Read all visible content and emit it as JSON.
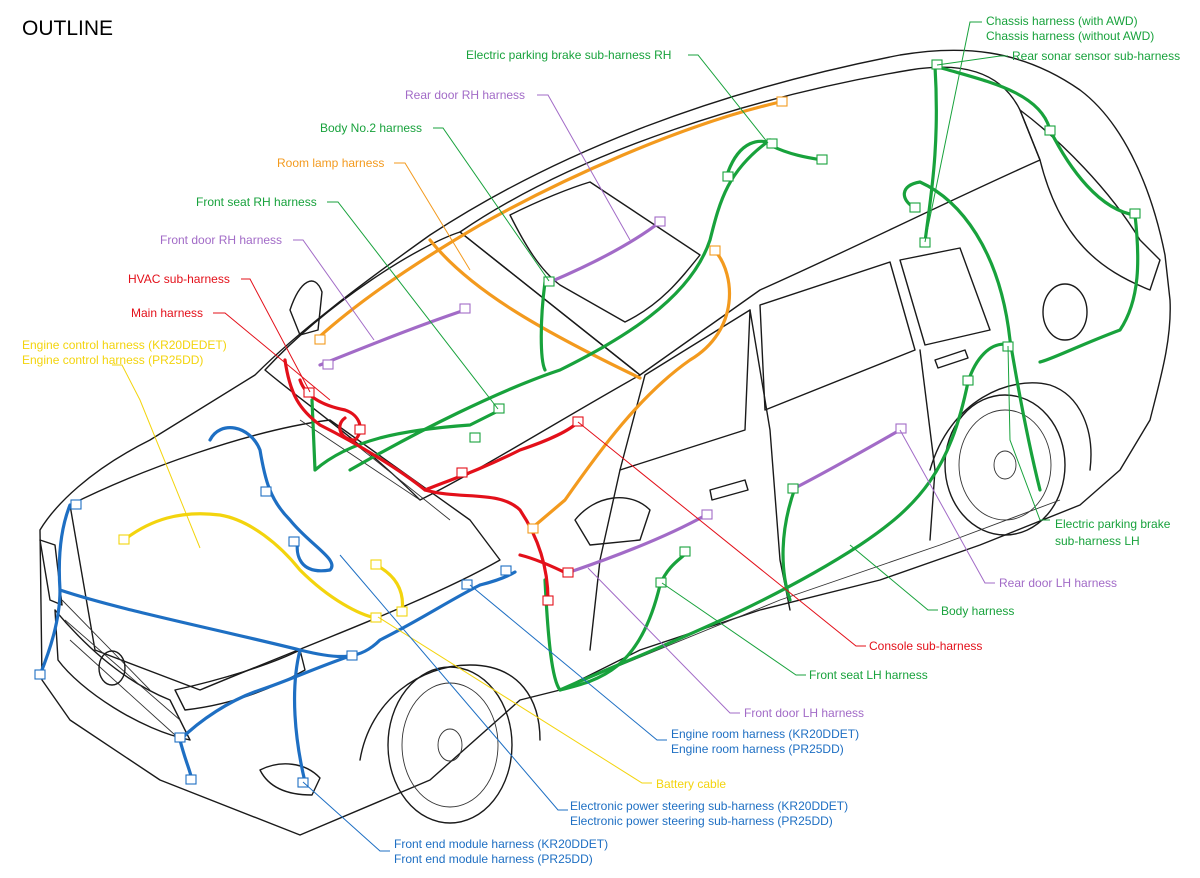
{
  "title": "OUTLINE",
  "colors": {
    "orange": "#f39a1e",
    "green": "#18a23c",
    "purple": "#a26bc7",
    "red": "#e3101a",
    "yellow": "#f3d40e",
    "blue": "#1e6fc3"
  },
  "labels": {
    "chassis_awd": "Chassis harness (with AWD)",
    "chassis_no_awd": "Chassis harness (without AWD)",
    "rear_sonar": "Rear sonar sensor sub-harness",
    "epb_rh": "Electric parking brake sub-harness RH",
    "rear_door_rh": "Rear door RH harness",
    "body_no2": "Body No.2 harness",
    "room_lamp": "Room lamp harness",
    "front_seat_rh": "Front seat RH harness",
    "front_door_rh": "Front door RH harness",
    "hvac_sub": "HVAC sub-harness",
    "main": "Main harness",
    "engine_control_1": "Engine control harness (KR20DEDET)",
    "engine_control_2": "Engine control harness (PR25DD)",
    "epb_lh_1": "Electric parking brake",
    "epb_lh_2": "sub-harness LH",
    "rear_door_lh": "Rear door LH harness",
    "body": "Body harness",
    "console_sub": "Console sub-harness",
    "front_seat_lh": "Front seat LH harness",
    "front_door_lh": "Front door LH harness",
    "engine_room_1": "Engine room harness (KR20DDET)",
    "engine_room_2": "Engine room harness (PR25DD)",
    "battery_cable": "Battery cable",
    "eps_1": "Electronic power steering sub-harness (KR20DDET)",
    "eps_2": "Electronic power steering sub-harness (PR25DD)",
    "front_end_1": "Front end module harness (KR20DDET)",
    "front_end_2": "Front end module harness (PR25DD)"
  }
}
